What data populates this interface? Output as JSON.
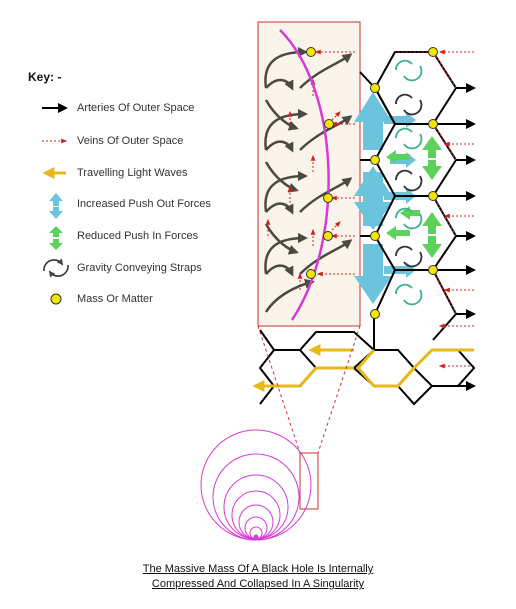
{
  "key": {
    "title": "Key: -",
    "items": [
      {
        "label": "Arteries Of Outer Space",
        "icon": "black-arrow-icon"
      },
      {
        "label": "Veins Of Outer Space",
        "icon": "red-dotted-arrow-icon"
      },
      {
        "label": "Travelling Light Waves",
        "icon": "yellow-arrow-icon"
      },
      {
        "label": "Increased Push Out Forces",
        "icon": "blue-double-arrow-icon"
      },
      {
        "label": "Reduced Push In Forces",
        "icon": "green-double-arrow-icon"
      },
      {
        "label": "Gravity Conveying Straps",
        "icon": "circular-arrows-icon"
      },
      {
        "label": "Mass Or Matter",
        "icon": "yellow-dot-icon"
      }
    ]
  },
  "caption": {
    "line1": "The Massive Mass Of A Black Hole Is Internally",
    "line2": "Compressed And Collapsed In A Singularity"
  },
  "colors": {
    "artery": "#000000",
    "vein": "#d42020",
    "light": "#e8b818",
    "push_out": "#6cc4dc",
    "push_in": "#5cd25c",
    "strap_green": "#3cb48c",
    "mass": "#f2e600",
    "curve": "#d83ad8",
    "box_border": "#c83232",
    "box_fill": "#fbf4ea",
    "hook_arrow": "#4a4a42"
  }
}
